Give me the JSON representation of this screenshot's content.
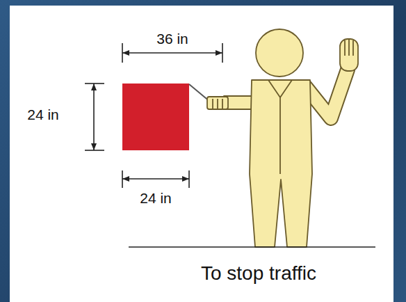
{
  "diagram": {
    "caption": "To stop traffic",
    "labels": [
      "36 in",
      "24 in",
      "24 in"
    ]
  }
}
